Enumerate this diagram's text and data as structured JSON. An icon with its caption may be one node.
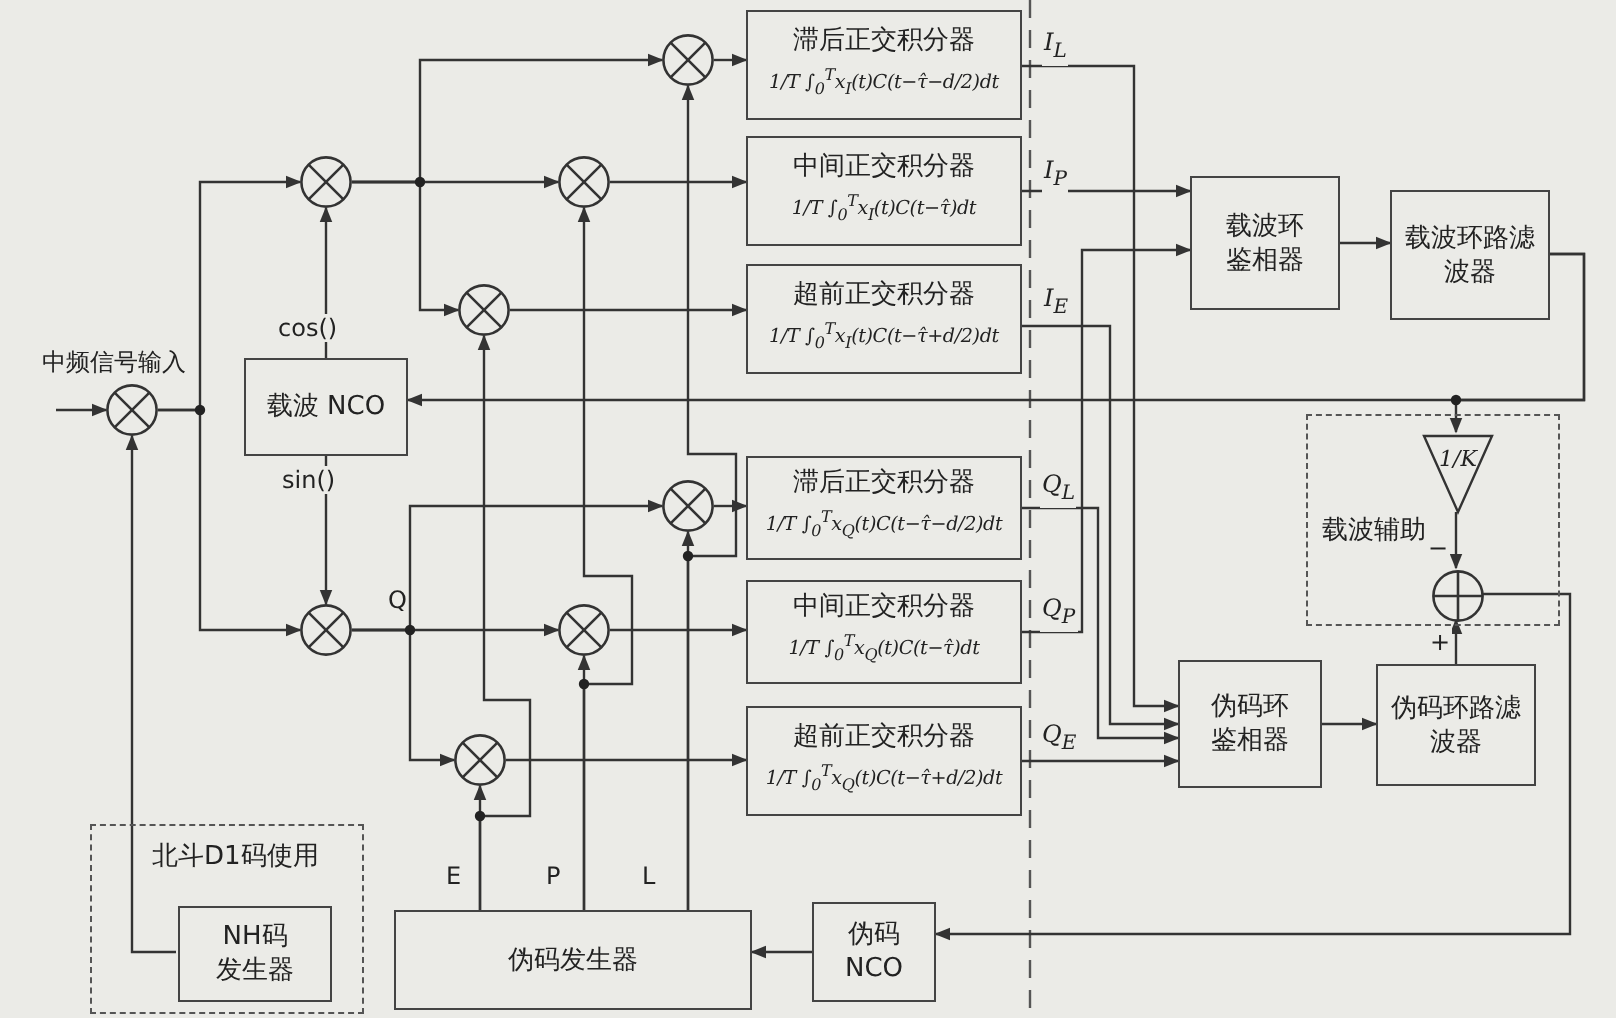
{
  "diagram": {
    "nodes": [
      {
        "text": [],
        "shape": "circle"
      },
      {
        "text": [
          "载波 NCO"
        ]
      },
      {
        "text": [],
        "shape": "circle"
      },
      {
        "text": [],
        "shape": "circle"
      },
      {
        "text": [],
        "shape": "circle"
      },
      {
        "text": [],
        "shape": "circle"
      },
      {
        "text": [],
        "shape": "circle"
      },
      {
        "text": [],
        "shape": "circle"
      },
      {
        "text": [],
        "shape": "circle"
      },
      {
        "text": [],
        "shape": "circle"
      },
      {
        "text": [
          "滞后正交积分器",
          "1/T ∫$_{0}$$^{T}$x$_{I}$(t)C(t−τ̂−d/2)dt"
        ]
      },
      {
        "text": [
          "中间正交积分器",
          "1/T ∫$_{0}$$^{T}$x$_{I}$(t)C(t−τ̂)dt"
        ]
      },
      {
        "text": [
          "超前正交积分器",
          "1/T ∫$_{0}$$^{T}$x$_{I}$(t)C(t−τ̂+d/2)dt"
        ]
      },
      {
        "text": [
          "滞后正交积分器",
          "1/T ∫$_{0}$$^{T}$x$_{Q}$(t)C(t−τ̂−d/2)dt"
        ]
      },
      {
        "text": [
          "中间正交积分器",
          "1/T ∫$_{0}$$^{T}$x$_{Q}$(t)C(t−τ̂)dt"
        ]
      },
      {
        "text": [
          "超前正交积分器",
          "1/T ∫$_{0}$$^{T}$x$_{Q}$(t)C(t−τ̂+d/2)dt"
        ]
      },
      {
        "text": [
          "载波环鉴相器"
        ]
      },
      {
        "text": [
          "载波环路滤波器"
        ]
      },
      {
        "text": [
          "载波辅助"
        ]
      },
      {
        "text": [
          "1/K"
        ],
        "in": 18
      },
      {
        "text": [],
        "shape": "circle",
        "in": 18
      },
      {
        "text": [
          "伪码环鉴相器"
        ]
      },
      {
        "text": [
          "伪码环路滤波器"
        ]
      },
      {
        "text": [
          "伪码 NCO"
        ]
      },
      {
        "text": [
          "伪码发生器"
        ]
      },
      {
        "text": [
          "北斗D1码使用"
        ]
      },
      {
        "text": [
          "NH码发生器"
        ],
        "in": 25
      }
    ],
    "edges": [
      {
        "from": null,
        "to": 0,
        "arrow": "to",
        "label": "中频信号输入"
      },
      {
        "from": 26,
        "to": 0,
        "arrow": "to"
      },
      {
        "from": 0,
        "to": 2,
        "arrow": "to"
      },
      {
        "from": 0,
        "to": 3,
        "arrow": "to"
      },
      {
        "from": 1,
        "to": 2,
        "arrow": "to",
        "label": "cos()"
      },
      {
        "from": 1,
        "to": 3,
        "arrow": "to",
        "label": "sin()"
      },
      {
        "from": 2,
        "to": 4,
        "arrow": "to"
      },
      {
        "from": 2,
        "to": 5,
        "arrow": "to"
      },
      {
        "from": 2,
        "to": 6,
        "arrow": "to"
      },
      {
        "from": 3,
        "to": 7,
        "arrow": "to"
      },
      {
        "from": 3,
        "to": 8,
        "arrow": "to"
      },
      {
        "from": 3,
        "to": 9,
        "arrow": "to"
      },
      {
        "from": 24,
        "to": 9,
        "arrow": "to",
        "label": "E"
      },
      {
        "from": 24,
        "to": 6,
        "arrow": "to"
      },
      {
        "from": 24,
        "to": 8,
        "arrow": "to",
        "label": "P"
      },
      {
        "from": 24,
        "to": 5,
        "arrow": "to"
      },
      {
        "from": 24,
        "to": 7,
        "arrow": "to",
        "label": "L"
      },
      {
        "from": 24,
        "to": 4,
        "arrow": "to"
      },
      {
        "from": 4,
        "to": 10,
        "arrow": "to"
      },
      {
        "from": 5,
        "to": 11,
        "arrow": "to"
      },
      {
        "from": 6,
        "to": 12,
        "arrow": "to"
      },
      {
        "from": 7,
        "to": 13,
        "arrow": "to"
      },
      {
        "from": 8,
        "to": 14,
        "arrow": "to"
      },
      {
        "from": 9,
        "to": 15,
        "arrow": "to"
      },
      {
        "from": 10,
        "to": 21,
        "arrow": "to",
        "label": "I$_{L}$"
      },
      {
        "from": 11,
        "to": 16,
        "arrow": "to",
        "label": "I$_{P}$"
      },
      {
        "from": 12,
        "to": 21,
        "arrow": "to",
        "label": "I$_{E}$"
      },
      {
        "from": 13,
        "to": 21,
        "arrow": "to",
        "label": "Q$_{L}$"
      },
      {
        "from": 14,
        "to": 16,
        "arrow": "to",
        "label": "Q$_{P}$"
      },
      {
        "from": 15,
        "to": 21,
        "arrow": "to",
        "label": "Q$_{E}$"
      },
      {
        "from": 16,
        "to": 17,
        "arrow": "to"
      },
      {
        "from": 17,
        "to": 1,
        "arrow": "to"
      },
      {
        "from": 17,
        "to": 19,
        "arrow": "to"
      },
      {
        "from": 19,
        "to": 20,
        "arrow": "to",
        "label": "−"
      },
      {
        "from": 22,
        "to": 20,
        "arrow": "to",
        "label": "+"
      },
      {
        "from": 21,
        "to": 22,
        "arrow": "to"
      },
      {
        "from": 20,
        "to": 23,
        "arrow": "to"
      },
      {
        "from": 23,
        "to": 24,
        "arrow": "to"
      }
    ],
    "labels": [
      "Q"
    ]
  }
}
